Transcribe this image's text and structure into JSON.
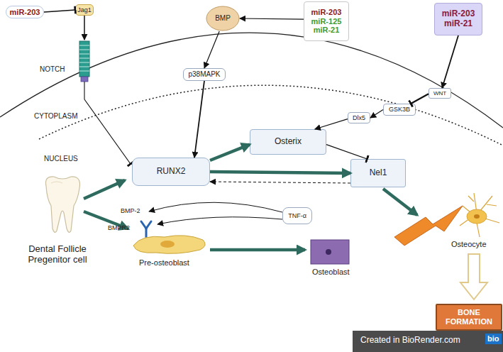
{
  "diagram": {
    "nodes": [
      {
        "text": [
          "miR-203"
        ]
      },
      {
        "text": [
          "Jag1"
        ]
      },
      {
        "text": [
          "BMP"
        ]
      },
      {
        "text": [
          "miR-203",
          "miR-125",
          "miR-21"
        ]
      },
      {
        "text": [
          "miR-203",
          "miR-21"
        ]
      },
      {
        "text": [
          "p38MAPK"
        ]
      },
      {
        "text": [
          "WNT"
        ]
      },
      {
        "text": [
          "GSK3B"
        ]
      },
      {
        "text": [
          "Dlx5"
        ]
      },
      {
        "text": [
          "Osterix"
        ]
      },
      {
        "text": [
          "RUNX2"
        ]
      },
      {
        "text": [
          "Nel1"
        ]
      },
      {
        "text": [
          "TNF-α"
        ]
      },
      {
        "text": [
          "BONE FORMATION"
        ]
      }
    ],
    "edges": [
      {
        "from": 0,
        "to": 1,
        "arrow": "to"
      },
      {
        "from": 3,
        "to": 2,
        "arrow": "to"
      },
      {
        "from": 2,
        "to": 5,
        "arrow": "to"
      },
      {
        "from": 5,
        "to": 10,
        "arrow": "to"
      },
      {
        "from": 4,
        "to": 6,
        "arrow": "to"
      },
      {
        "from": 6,
        "to": 7,
        "arrow": "to"
      },
      {
        "from": 7,
        "to": 8,
        "arrow": "to"
      },
      {
        "from": 8,
        "to": 9,
        "arrow": "to"
      },
      {
        "from": 10,
        "to": 9,
        "arrow": "to"
      },
      {
        "from": 10,
        "to": 11,
        "arrow": "to"
      },
      {
        "from": 9,
        "to": 11,
        "arrow": "to"
      },
      {
        "from": 11,
        "to": 10,
        "arrow": "to"
      }
    ],
    "labels": [
      "NOTCH",
      "CYTOPLASM",
      "NUCLEUS",
      "Dental Follicle Pregenitor cell",
      "BMP-2",
      "BMPR2",
      "Pre-osteoblast",
      "Osteoblast",
      "Osteocyte",
      "Created in BioRender.com",
      "bio"
    ]
  }
}
